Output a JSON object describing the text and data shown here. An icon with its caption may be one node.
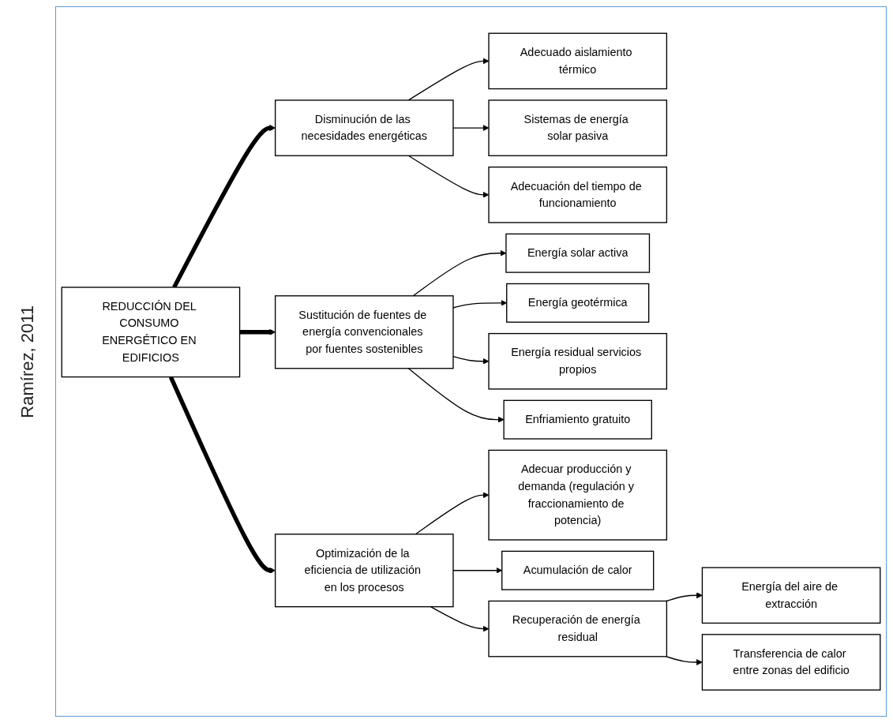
{
  "diagram": {
    "nodes": [
      {
        "text": [
          "REDUCCIÓN DEL CONSUMO ENERGÉTICO EN EDIFICIOS"
        ]
      },
      {
        "text": [
          "Disminución de las necesidades energéticas"
        ]
      },
      {
        "text": [
          "Sustitución de fuentes de energía convencionales por fuentes sostenibles"
        ]
      },
      {
        "text": [
          "Optimización de la eficiencia de utilización en los procesos"
        ]
      },
      {
        "text": [
          "Adecuado aislamiento térmico"
        ]
      },
      {
        "text": [
          "Sistemas de energía solar pasiva"
        ]
      },
      {
        "text": [
          "Adecuación del tiempo de funcionamiento"
        ]
      },
      {
        "text": [
          "Energía solar activa"
        ]
      },
      {
        "text": [
          "Energía geotérmica"
        ]
      },
      {
        "text": [
          "Energía residual servicios propios"
        ]
      },
      {
        "text": [
          "Enfriamiento gratuito"
        ]
      },
      {
        "text": [
          "Adecuar producción y demanda (regulación y fraccionamiento de potencia)"
        ]
      },
      {
        "text": [
          "Acumulación de calor"
        ]
      },
      {
        "text": [
          "Recuperación de energía residual"
        ]
      },
      {
        "text": [
          "Energía del aire de extracción"
        ]
      },
      {
        "text": [
          "Transferencia de calor entre zonas del edificio"
        ]
      }
    ],
    "edges": [
      {
        "from": 0,
        "to": 1,
        "arrow": "to",
        "style": "thick"
      },
      {
        "from": 0,
        "to": 2,
        "arrow": "to",
        "style": "thick"
      },
      {
        "from": 0,
        "to": 3,
        "arrow": "to",
        "style": "thick"
      },
      {
        "from": 1,
        "to": 4,
        "arrow": "to"
      },
      {
        "from": 1,
        "to": 5,
        "arrow": "to"
      },
      {
        "from": 1,
        "to": 6,
        "arrow": "to"
      },
      {
        "from": 2,
        "to": 7,
        "arrow": "to"
      },
      {
        "from": 2,
        "to": 8,
        "arrow": "to"
      },
      {
        "from": 2,
        "to": 9,
        "arrow": "to"
      },
      {
        "from": 2,
        "to": 10,
        "arrow": "to"
      },
      {
        "from": 3,
        "to": 11,
        "arrow": "to"
      },
      {
        "from": 3,
        "to": 12,
        "arrow": "to"
      },
      {
        "from": 3,
        "to": 13,
        "arrow": "to"
      },
      {
        "from": 13,
        "to": 14,
        "arrow": "to"
      },
      {
        "from": 13,
        "to": 15,
        "arrow": "to"
      }
    ],
    "labels": [
      "Ramírez, 2011"
    ]
  }
}
